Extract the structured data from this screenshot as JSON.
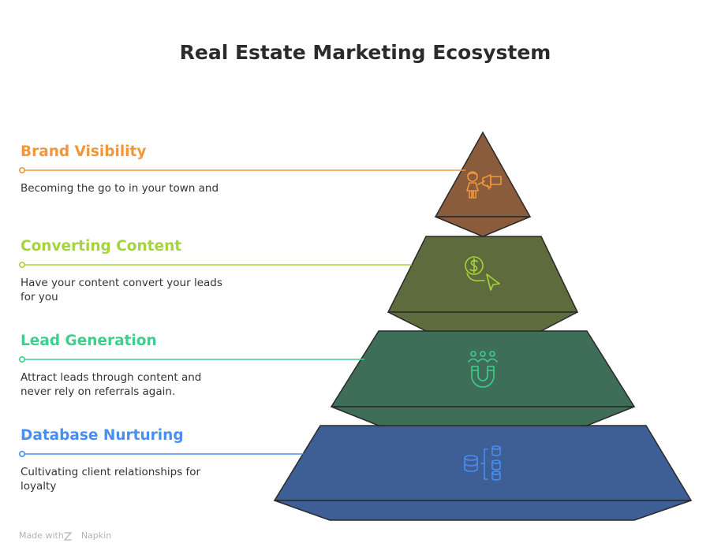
{
  "title": "Real Estate Marketing Ecosystem",
  "layers": [
    {
      "label": "Brand Visibility",
      "description": "Becoming the go to in your town and",
      "color": "#F0963C",
      "fill": "#8A5C3C",
      "icon": "megaphone-person-icon"
    },
    {
      "label": "Converting Content",
      "description": "Have your content convert your leads for you",
      "color": "#A6D43C",
      "fill": "#5E6B3C",
      "icon": "dollar-cursor-icon"
    },
    {
      "label": "Lead Generation",
      "description": "Attract leads through content and never rely on referrals again.",
      "color": "#3CD08C",
      "fill": "#3E6E58",
      "icon": "magnet-people-icon"
    },
    {
      "label": "Database Nurturing",
      "description": "Cultivating client relationships for loyalty",
      "color": "#4A8EF0",
      "fill": "#3E5E96",
      "icon": "database-network-icon"
    }
  ],
  "footer": {
    "prefix": "Made with",
    "brand": "Napkin"
  }
}
